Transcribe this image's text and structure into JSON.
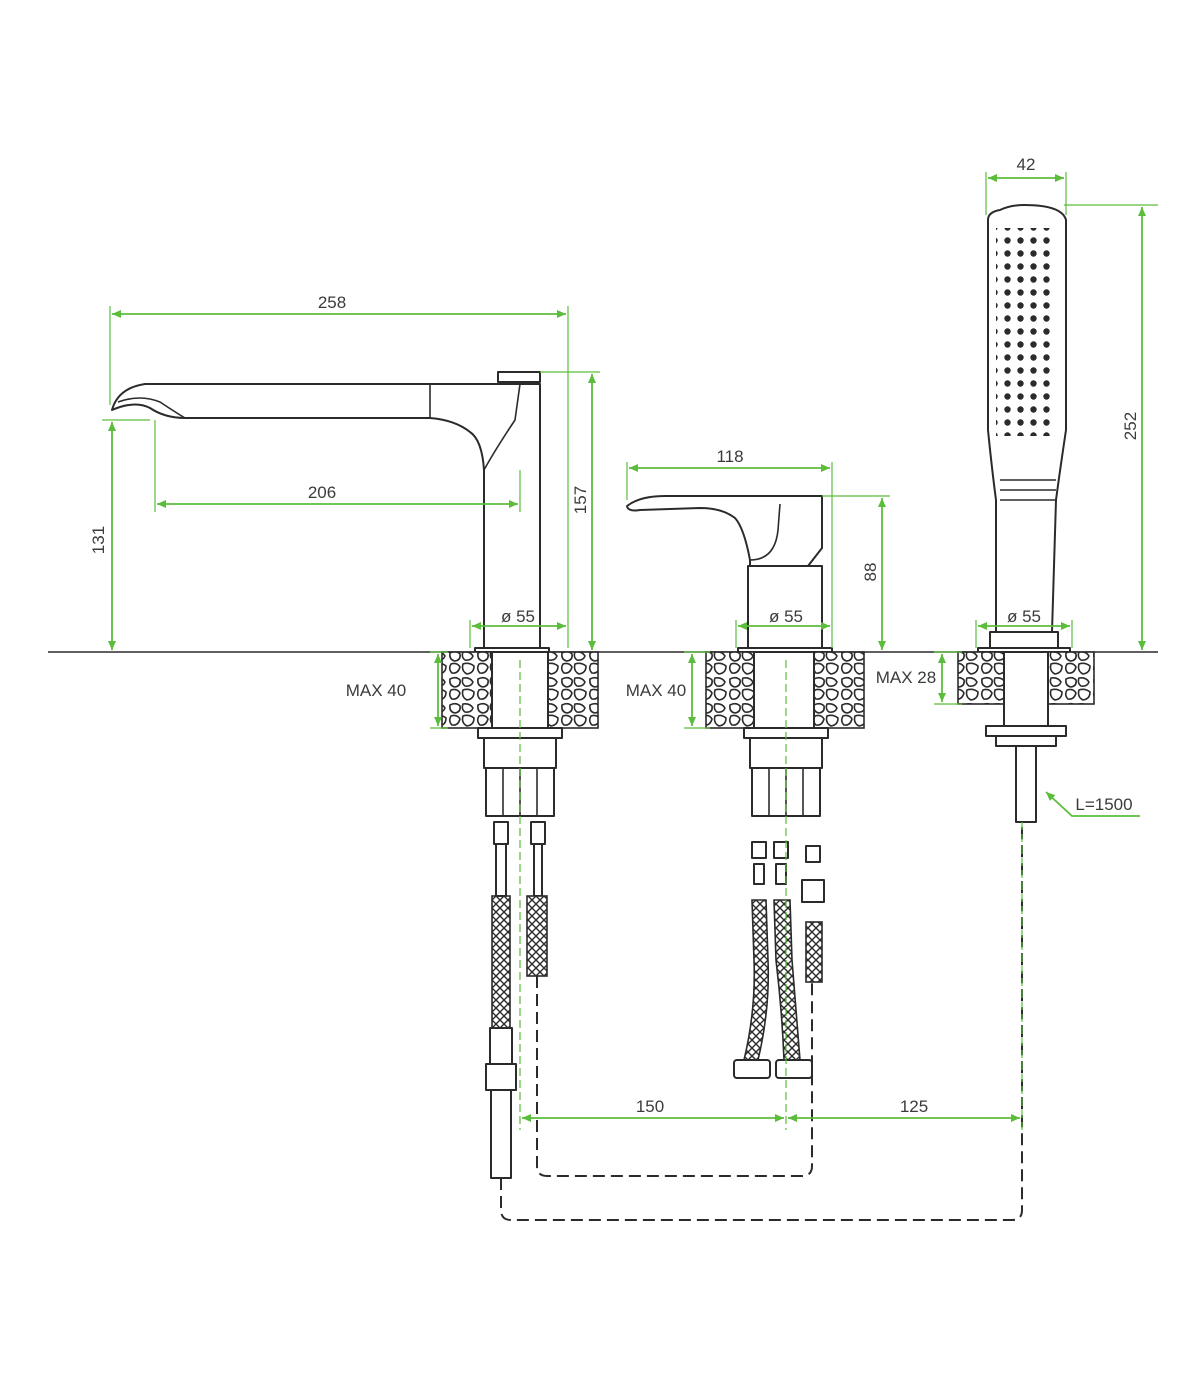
{
  "colors": {
    "dimension": "#5bbd3b",
    "outline": "#2b2b2b",
    "background": "#ffffff"
  },
  "dimensions": {
    "spout_length": "258",
    "spout_reach": "206",
    "spout_outlet_height": "131",
    "spout_total_height": "157",
    "spout_base_diameter": "ø 55",
    "mixer_handle_length": "118",
    "mixer_height": "88",
    "mixer_base_diameter": "ø 55",
    "shower_head_width": "42",
    "shower_total_height": "252",
    "shower_base_diameter": "ø 55",
    "deck_max_left": "MAX 40",
    "deck_max_middle": "MAX 40",
    "deck_max_right": "MAX 28",
    "hose_length": "L=1500",
    "spacing_spout_to_mixer": "150",
    "spacing_mixer_to_shower": "125"
  }
}
